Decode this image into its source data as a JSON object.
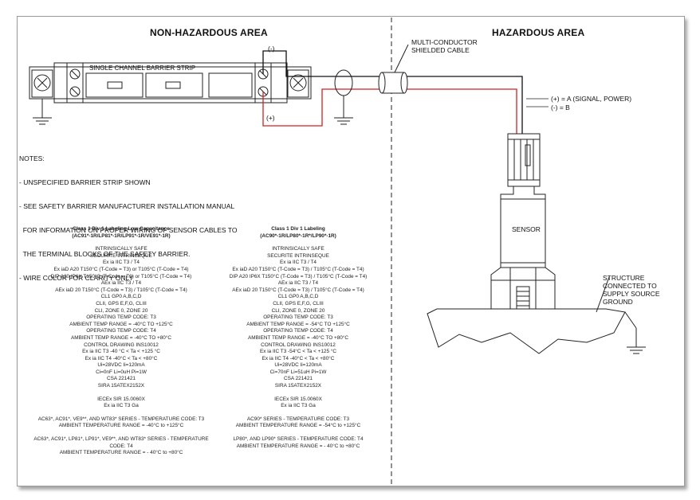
{
  "titles": {
    "non_hazardous": "NON-HAZARDOUS AREA",
    "hazardous": "HAZARDOUS AREA"
  },
  "barrier": {
    "label": "SINGLE CHANNEL BARRIER STRIP"
  },
  "wire_labels": {
    "minus": "(-)",
    "plus": "(+)",
    "cable": [
      "MULTI-CONDUCTOR",
      "SHIELDED CABLE"
    ],
    "signal_a": "(+) = A (SIGNAL, POWER)",
    "signal_b": "(-) = B"
  },
  "sensor": {
    "label": "SENSOR"
  },
  "structure": [
    "STRUCTURE",
    "CONNECTED TO",
    "SUPPLY SOURCE",
    "GROUND"
  ],
  "notes": [
    "NOTES:",
    "- UNSPECIFIED BARRIER STRIP SHOWN",
    "- SEE SAFETY BARRIER MANUFACTURER INSTALLATION MANUAL",
    "  FOR INFORMATION ON PROPER WIRING OF SENSOR CABLES TO",
    "  THE TERMINAL BLOCKS OF THE SAFETY BARRIER.",
    "- WIRE COLOR FOR CLARITY ONLY"
  ],
  "left_block": {
    "heading": [
      "Class 1 Div 1 Labeling Low Capacitance",
      "(AC91*-1R/LP81*-1R/LP91*-1R/VE91*-1R)"
    ],
    "lines": [
      "INTRINSICALLY SAFE",
      "SECURITE INTRINSEQUE",
      "Ex ia IIC T3 / T4",
      "Ex iaD A20 T150°C (T-Code = T3) or T105°C (T-Code = T4)",
      "DIP A20 IP6X T150°C (T-Code = T3) or T105°C (T-Code = T4)",
      "AEx ia IIC T3 / T4",
      "AEx iaD 20 T150°C (T-Code = T3) / T105°C (T-Code = T4)",
      "CL1 GP0 A,B,C,D",
      "CLII, GPS E,F,G, CLIII",
      "CLI, ZONE 0, ZONE 20",
      "OPERATING TEMP CODE: T3",
      "AMBIENT TEMP RANGE = -40°C TO +125°C",
      "OPERATING TEMP CODE: T4",
      "AMBIENT TEMP RANGE = -40°C TO +80°C",
      "CONTROL DRAWING INS10012",
      "Ex ia IIC T3 -40 °C < Ta < +125 °C",
      "Ex ia IIC T4 -40°C < Ta < +80°C",
      "Ui=28VDC    Ii=120mA",
      "Ci=0nF    Li=0uH    Pi=1W",
      "CSA 221421",
      "SIRA 15ATEX2152X"
    ],
    "iecex": [
      "IECEx SIR 15.0060X",
      "Ex ia IIC T3 Ga"
    ],
    "footer": [
      "AC63*, AC91*, VE9**, AND WT83* SERIES - TEMPERATURE CODE: T3",
      "AMBIENT TEMPERATURE RANGE = -40°C to +125°C",
      "AC63*, AC91*, LP81*, LP91*, VE9**, AND WT83* SERIES - TEMPERATURE CODE: T4",
      "AMBIENT TEMPERATURE RANGE = - 40°C to +80°C"
    ]
  },
  "right_block": {
    "heading": [
      "Class 1 Div 1 Labeling",
      "(AC90*-1R/LP80*-1R*/LP90*-1R)"
    ],
    "lines": [
      "INTRINSICALLY SAFE",
      "SECURITE INTRINSEQUE",
      "Ex ia IIC T3 / T4",
      "Ex iaD A20 T150°C (T-Code = T3) / T105°C (T-Code = T4)",
      "DIP A20 IP6X T150°C (T-Code = T3) / T105°C (T-Code = T4)",
      "AEx ia IIC T3 / T4",
      "AEx iaD 20 T150°C (T-Code = T3) / T105°C (T-Code = T4)",
      "CL1 GP0 A,B,C,D",
      "CLII, GPS E,F,G, CLIII",
      "CLI, ZONE 0, ZONE 20",
      "OPERATING TEMP CODE: T3",
      "AMBIENT TEMP RANGE = -54°C TO +125°C",
      "OPERATING TEMP CODE: T4",
      "AMBIENT TEMP RANGE = -40°C TO +80°C",
      "CONTROL DRAWING INS10012",
      "Ex ia IIC T3 -54°C < Ta < +125 °C",
      "Ex ia IIC T4 -40°C < Ta < +80°C",
      "Ui=28VDC    Ii=120mA",
      "Ci=70nF    Li=51uH    Pi=1W",
      "CSA 221421",
      "SIRA 15ATEX2152X"
    ],
    "iecex": [
      "IECEx SIR 15.0060X",
      "Ex ia IIC T3 Ga"
    ],
    "footer": [
      "AC90* SERIES - TEMPERATURE CODE: T3",
      "AMBIENT TEMPERATURE RANGE = -54°C to +125°C",
      "LP80*, AND LP90* SERIES - TEMPERATURE CODE: T4",
      "AMBIENT TEMPERATURE RANGE = - 40°C to +80°C"
    ]
  },
  "colors": {
    "wire_red": "#d42020",
    "wire_black": "#111111",
    "line": "#222222"
  }
}
